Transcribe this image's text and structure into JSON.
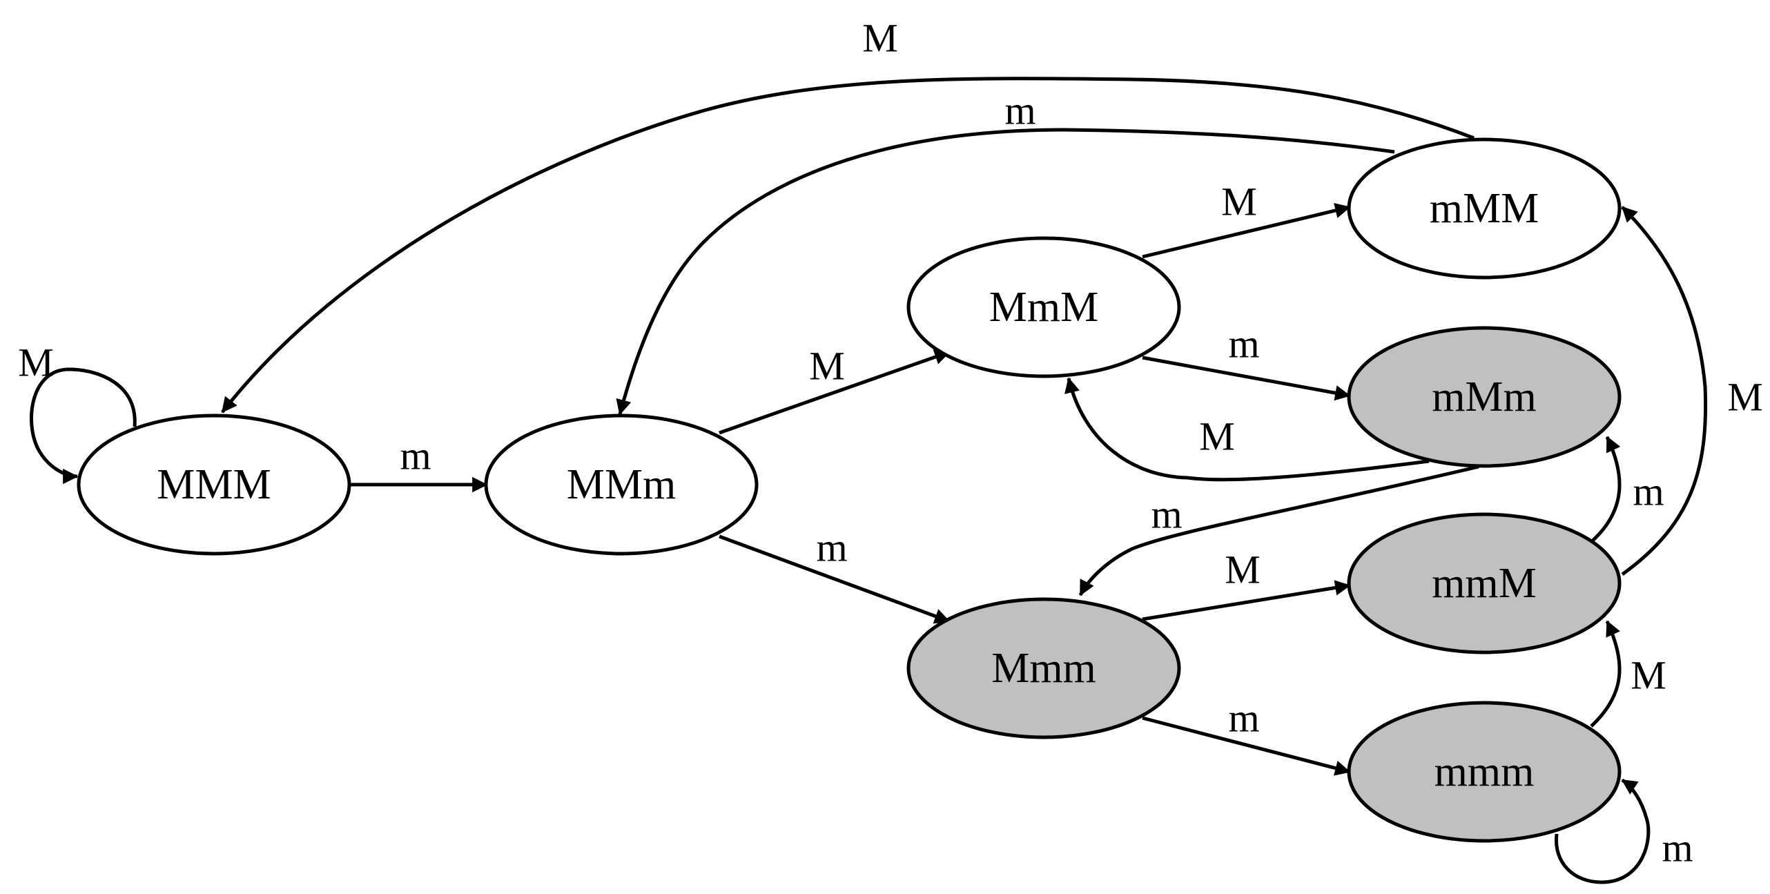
{
  "colors": {
    "accepting_fill": "#c0c0c0",
    "normal_fill": "#ffffff",
    "stroke": "#000000"
  },
  "nodes": {
    "MMM": {
      "label": "MMM",
      "accepting": false
    },
    "MMm": {
      "label": "MMm",
      "accepting": false
    },
    "MmM": {
      "label": "MmM",
      "accepting": false
    },
    "Mmm": {
      "label": "Mmm",
      "accepting": true
    },
    "mMM": {
      "label": "mMM",
      "accepting": false
    },
    "mMm": {
      "label": "mMm",
      "accepting": true
    },
    "mmM": {
      "label": "mmM",
      "accepting": true
    },
    "mmm": {
      "label": "mmm",
      "accepting": true
    }
  },
  "edges": {
    "MMM_MMM": {
      "from": "MMM",
      "to": "MMM",
      "label": "M"
    },
    "MMM_MMm": {
      "from": "MMM",
      "to": "MMm",
      "label": "m"
    },
    "MMm_MmM": {
      "from": "MMm",
      "to": "MmM",
      "label": "M"
    },
    "MMm_Mmm": {
      "from": "MMm",
      "to": "Mmm",
      "label": "m"
    },
    "MmM_mMM": {
      "from": "MmM",
      "to": "mMM",
      "label": "M"
    },
    "MmM_mMm": {
      "from": "MmM",
      "to": "mMm",
      "label": "m"
    },
    "mMm_MmM": {
      "from": "mMm",
      "to": "MmM",
      "label": "M"
    },
    "mMm_Mmm": {
      "from": "mMm",
      "to": "Mmm",
      "label": "m"
    },
    "Mmm_mmM": {
      "from": "Mmm",
      "to": "mmM",
      "label": "M"
    },
    "Mmm_mmm": {
      "from": "Mmm",
      "to": "mmm",
      "label": "m"
    },
    "mMM_MMM": {
      "from": "mMM",
      "to": "MMM",
      "label": "M"
    },
    "mMM_MMm": {
      "from": "mMM",
      "to": "MMm",
      "label": "m"
    },
    "mmM_mMm": {
      "from": "mmM",
      "to": "mMm",
      "label": "m"
    },
    "mmM_mMM": {
      "from": "mmM",
      "to": "mMM",
      "label": "M"
    },
    "mmm_mmM": {
      "from": "mmm",
      "to": "mmM",
      "label": "M"
    },
    "mmm_mmm": {
      "from": "mmm",
      "to": "mmm",
      "label": "m"
    }
  }
}
